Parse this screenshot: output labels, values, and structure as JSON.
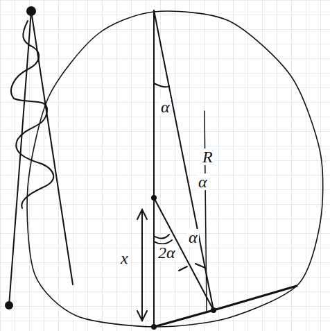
{
  "diagram": {
    "labels": [
      "α",
      "R",
      "α",
      "x",
      "2α",
      "α"
    ]
  }
}
